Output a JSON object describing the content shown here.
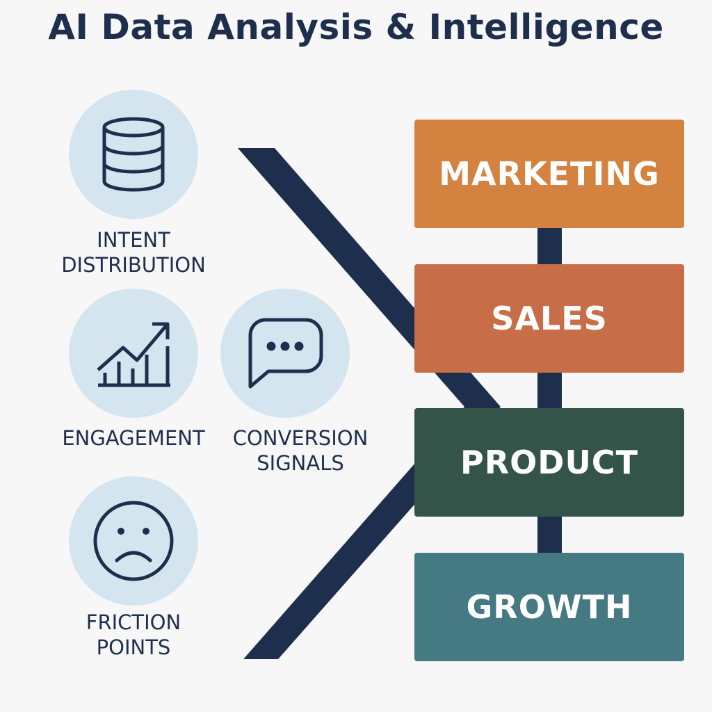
{
  "title": "AI Data Analysis & Intelligence",
  "inputs": [
    {
      "icon": "database-icon",
      "lines": [
        "INTENT",
        "DISTRIBUTION"
      ]
    },
    {
      "icon": "growth-chart-icon",
      "lines": [
        "ENGAGEMENT"
      ]
    },
    {
      "icon": "chat-bubble-icon",
      "lines": [
        "CONVERSION",
        "SIGNALS"
      ]
    },
    {
      "icon": "sad-face-icon",
      "lines": [
        "FRICTION",
        "POINTS"
      ]
    }
  ],
  "outputs": [
    {
      "label": "MARKETING",
      "color": "#d4823f"
    },
    {
      "label": "SALES",
      "color": "#c76e48"
    },
    {
      "label": "PRODUCT",
      "color": "#34544a"
    },
    {
      "label": "GROWTH",
      "color": "#457a82"
    }
  ],
  "colors": {
    "navy": "#1e2f4d",
    "circle": "#d5e5f0",
    "background": "#f7f7f7"
  }
}
